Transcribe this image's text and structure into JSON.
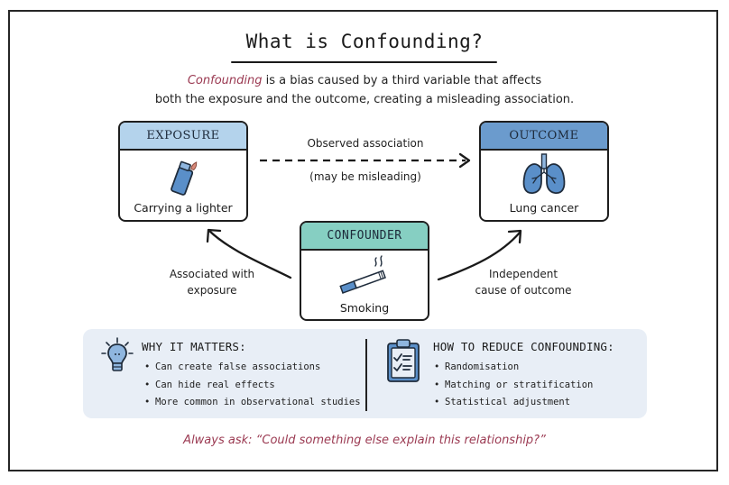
{
  "title": "What is Confounding?",
  "intro": {
    "highlight": "Confounding",
    "line1_rest": " is a bias caused by a third variable that affects",
    "line2": "both the exposure and the outcome, creating a misleading association."
  },
  "boxes": {
    "exposure": {
      "heading": "EXPOSURE",
      "label": "Carrying a lighter",
      "icon": "lighter-icon"
    },
    "outcome": {
      "heading": "OUTCOME",
      "label": "Lung cancer",
      "icon": "lungs-icon"
    },
    "confounder": {
      "heading": "CONFOUNDER",
      "label": "Smoking",
      "icon": "cigarette-icon"
    }
  },
  "arrows": {
    "observed": {
      "top": "Observed association",
      "bottom": "(may be misleading)",
      "style": "dashed"
    },
    "to_exposure": {
      "line1": "Associated with",
      "line2": "exposure"
    },
    "to_outcome": {
      "line1": "Independent",
      "line2": "cause of outcome"
    }
  },
  "why_it_matters": {
    "icon": "lightbulb-icon",
    "heading": "WHY IT MATTERS:",
    "items": [
      "Can create false associations",
      "Can hide real effects",
      "More common in observational studies"
    ]
  },
  "how_to_reduce": {
    "icon": "clipboard-checklist-icon",
    "heading": "HOW TO REDUCE CONFOUNDING:",
    "items": [
      "Randomisation",
      "Matching or stratification",
      "Statistical adjustment"
    ]
  },
  "footer": "Always ask: “Could something else explain this relationship?”",
  "colors": {
    "exposure_header": "#b4d3ec",
    "outcome_header": "#6b9bcd",
    "confounder_header": "#86cfc2",
    "accent_text": "#9b3a52",
    "icon_blue": "#5a8fc9",
    "panel_bg": "#e8eef6"
  }
}
